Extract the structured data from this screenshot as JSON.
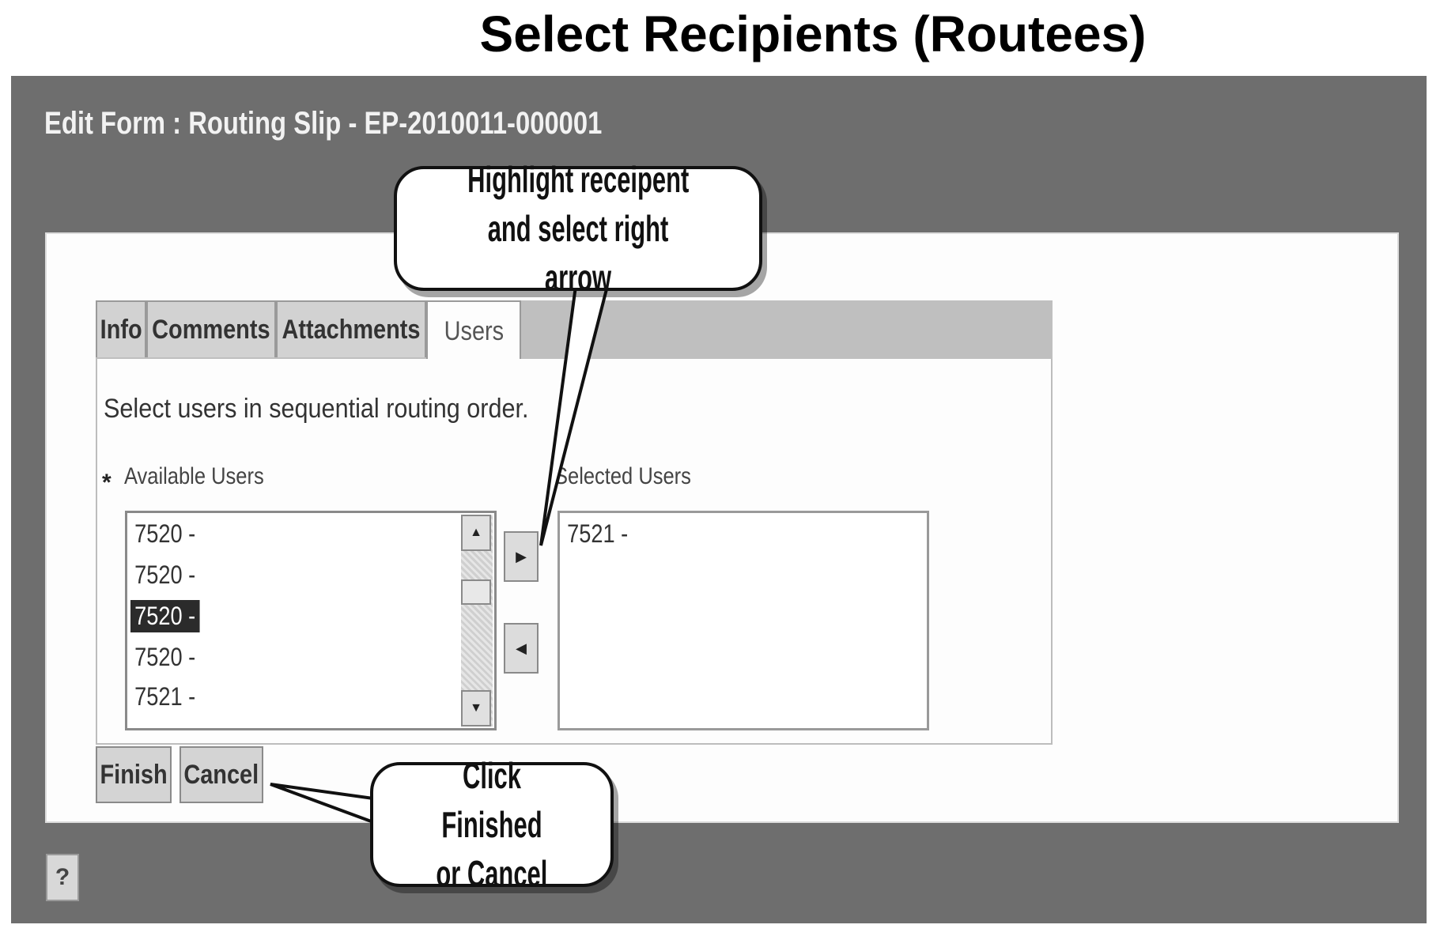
{
  "slide": {
    "title": "Select Recipients (Routees)"
  },
  "window": {
    "title": "Edit Form :  Routing Slip - EP-2010011-000001"
  },
  "tabs": [
    {
      "label": "Info",
      "active": false
    },
    {
      "label": "Comments",
      "active": false
    },
    {
      "label": "Attachments",
      "active": false
    },
    {
      "label": "Users",
      "active": true
    }
  ],
  "users_tab": {
    "instruction": "Select users in sequential routing order.",
    "required_marker": "*",
    "available_label": "Available Users",
    "selected_label": "Selected Users",
    "available_users": [
      {
        "label": "7520 -",
        "selected": false
      },
      {
        "label": "7520 -",
        "selected": false
      },
      {
        "label": "7520 -",
        "selected": true
      },
      {
        "label": "7520 -",
        "selected": false
      },
      {
        "label": "7521 -",
        "selected": false
      }
    ],
    "selected_users": [
      {
        "label": "7521 -"
      }
    ]
  },
  "buttons": {
    "finish": "Finish",
    "cancel": "Cancel",
    "help": "?"
  },
  "callouts": {
    "highlight_line1": "Highlight receipent",
    "highlight_line2": "and select right arrow",
    "finish_line1": "Click Finished",
    "finish_line2": "or Cancel"
  },
  "icons": {
    "move_right": "arrow-right-icon",
    "move_left": "arrow-left-icon",
    "scroll_up": "scroll-up-icon",
    "scroll_down": "scroll-down-icon"
  }
}
